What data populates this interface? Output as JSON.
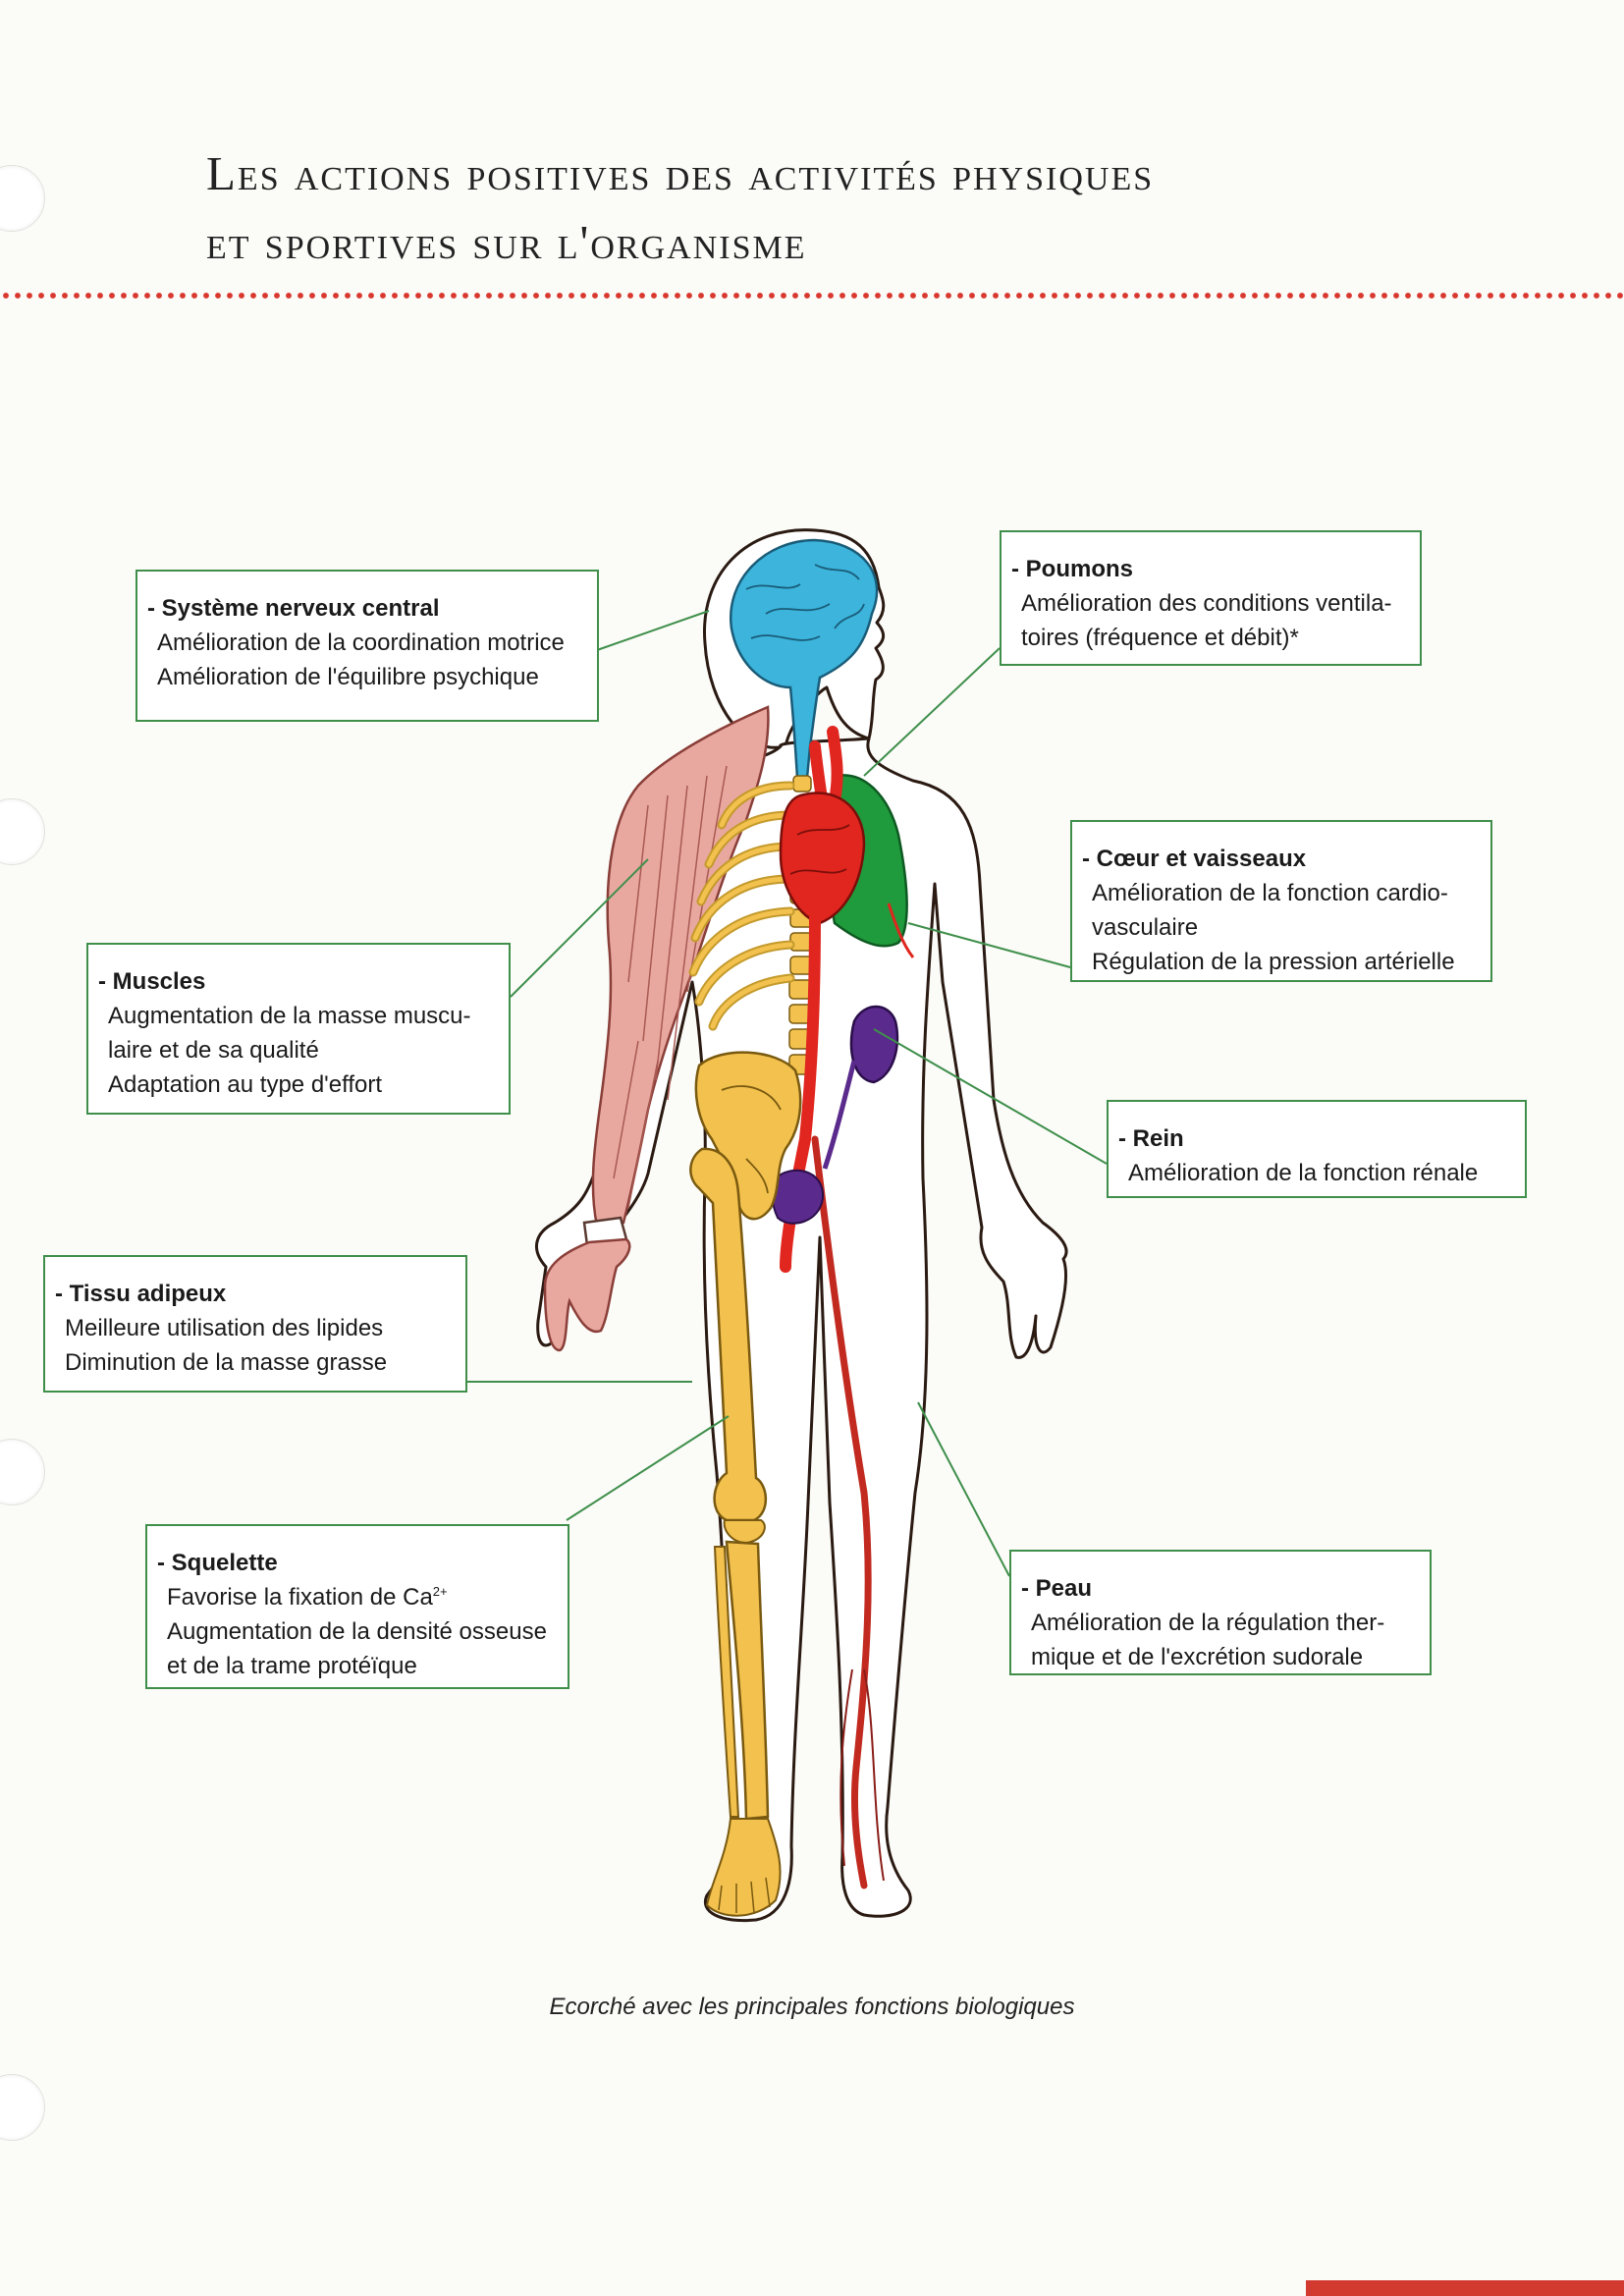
{
  "title": {
    "line1": "Les actions positives des activités physiques",
    "line2": "et sportives sur l'organisme"
  },
  "colors": {
    "accent_dots": "#d9382f",
    "box_border": "#3f8f4b",
    "brain": "#3cb4dc",
    "lungs": "#1f9a3c",
    "heart": "#e0261e",
    "kidney": "#5a2a8c",
    "bone": "#f2c14e",
    "muscle": "#e8a8a0"
  },
  "labels": {
    "snc": {
      "title": "- Système nerveux central",
      "lines": [
        "Amélioration de la coordination motrice",
        "Amélioration de l'équilibre psychique"
      ]
    },
    "poumons": {
      "title": "- Poumons",
      "lines": [
        "Amélioration des conditions ventila-",
        "toires (fréquence et débit)*"
      ]
    },
    "coeur": {
      "title": "- Cœur et vaisseaux",
      "lines": [
        "Amélioration de la fonction cardio-",
        "vasculaire",
        "Régulation de la pression artérielle"
      ]
    },
    "muscles": {
      "title": "- Muscles",
      "lines": [
        "Augmentation de la masse muscu-",
        "laire et de sa qualité",
        "Adaptation au type d'effort"
      ]
    },
    "rein": {
      "title": "- Rein",
      "lines": [
        "Amélioration de la fonction rénale"
      ]
    },
    "tissu": {
      "title": "- Tissu adipeux",
      "lines": [
        "Meilleure utilisation des lipides",
        "Diminution de la masse grasse"
      ]
    },
    "squelette": {
      "title": "- Squelette",
      "lines": [
        "Favorise la fixation de Ca",
        "Augmentation de la densité osseuse",
        "et de la trame protéïque"
      ],
      "superscript": "2+"
    },
    "peau": {
      "title": "- Peau",
      "lines": [
        "Amélioration de la régulation ther-",
        "mique et de l'excrétion sudorale"
      ]
    }
  },
  "caption": "Ecorché avec les principales fonctions biologiques"
}
